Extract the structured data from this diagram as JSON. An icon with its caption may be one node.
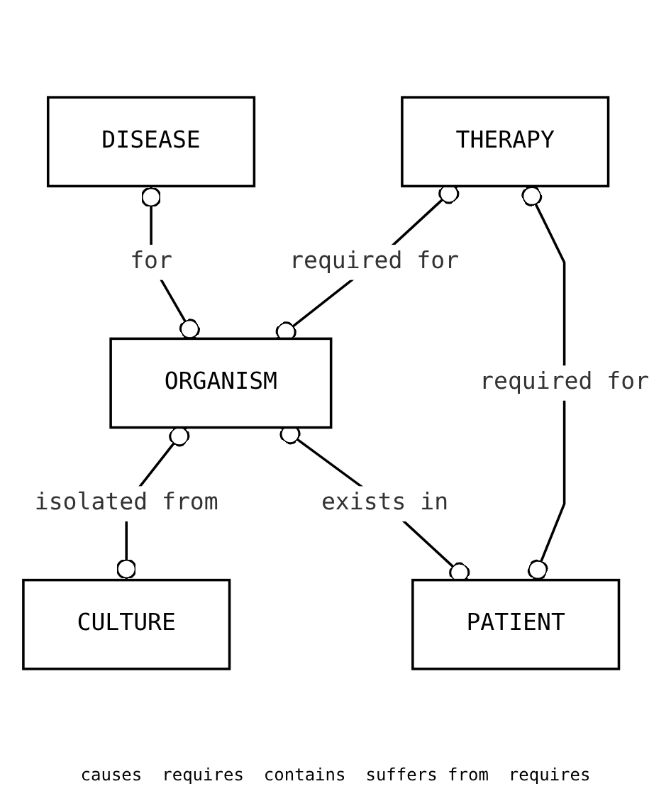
{
  "diagram": {
    "nodes": [
      {
        "text": [
          "DISEASE"
        ]
      },
      {
        "text": [
          "THERAPY"
        ]
      },
      {
        "text": [
          "ORGANISM"
        ]
      },
      {
        "text": [
          "CULTURE"
        ]
      },
      {
        "text": [
          "PATIENT"
        ]
      }
    ],
    "edges": [
      {
        "from": 0,
        "to": 2,
        "arrow": "other",
        "label": "for"
      },
      {
        "from": 1,
        "to": 2,
        "arrow": "other",
        "label": "required for"
      },
      {
        "from": 2,
        "to": 3,
        "arrow": "other",
        "label": "isolated from"
      },
      {
        "from": 2,
        "to": 4,
        "arrow": "other",
        "label": "exists in"
      },
      {
        "from": 1,
        "to": 4,
        "arrow": "other",
        "label": "required for"
      }
    ],
    "labels": [
      "causes",
      "requires",
      "contains",
      "suffers from",
      "requires"
    ]
  }
}
